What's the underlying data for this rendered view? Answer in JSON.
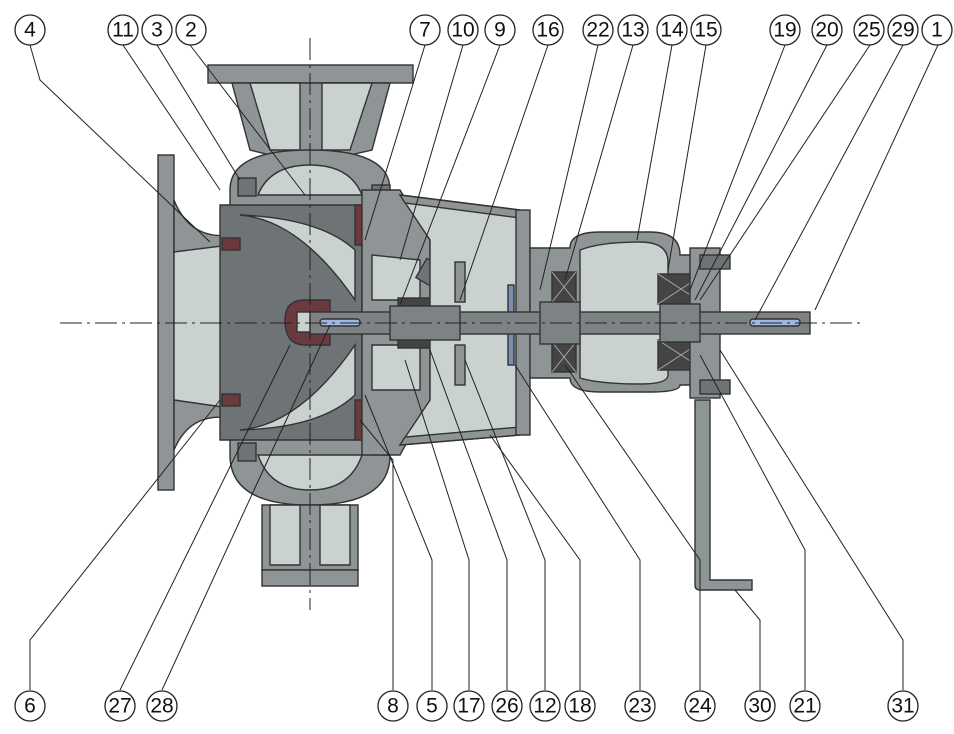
{
  "diagram": {
    "callouts_top": [
      {
        "id": "c4",
        "label": "4"
      },
      {
        "id": "c11",
        "label": "11"
      },
      {
        "id": "c3",
        "label": "3"
      },
      {
        "id": "c2",
        "label": "2"
      },
      {
        "id": "c7",
        "label": "7"
      },
      {
        "id": "c10",
        "label": "10"
      },
      {
        "id": "c9",
        "label": "9"
      },
      {
        "id": "c16",
        "label": "16"
      },
      {
        "id": "c22",
        "label": "22"
      },
      {
        "id": "c13",
        "label": "13"
      },
      {
        "id": "c14",
        "label": "14"
      },
      {
        "id": "c15",
        "label": "15"
      },
      {
        "id": "c19",
        "label": "19"
      },
      {
        "id": "c20",
        "label": "20"
      },
      {
        "id": "c25",
        "label": "25"
      },
      {
        "id": "c29",
        "label": "29"
      },
      {
        "id": "c1",
        "label": "1"
      }
    ],
    "callouts_bottom": [
      {
        "id": "c6",
        "label": "6"
      },
      {
        "id": "c27",
        "label": "27"
      },
      {
        "id": "c28",
        "label": "28"
      },
      {
        "id": "c8",
        "label": "8"
      },
      {
        "id": "c5",
        "label": "5"
      },
      {
        "id": "c17",
        "label": "17"
      },
      {
        "id": "c26",
        "label": "26"
      },
      {
        "id": "c12",
        "label": "12"
      },
      {
        "id": "c18",
        "label": "18"
      },
      {
        "id": "c23",
        "label": "23"
      },
      {
        "id": "c24",
        "label": "24"
      },
      {
        "id": "c30",
        "label": "30"
      },
      {
        "id": "c21",
        "label": "21"
      },
      {
        "id": "c31",
        "label": "31"
      }
    ]
  }
}
